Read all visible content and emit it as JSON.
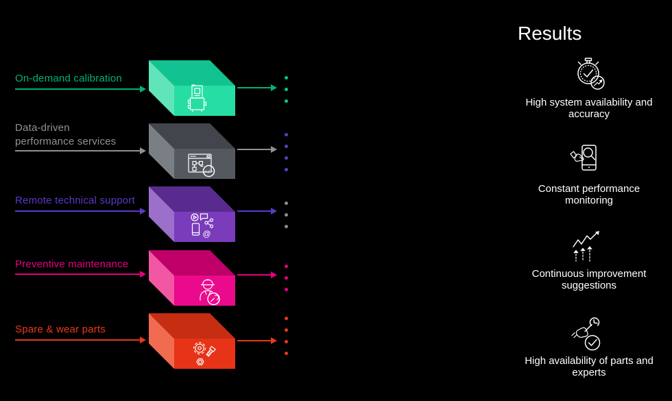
{
  "background": "#000000",
  "icon_color": "#ffffff",
  "services": [
    {
      "label_lines": [
        "On-demand calibration"
      ],
      "color": "#00b377",
      "box_colors": {
        "top": "#12c391",
        "left": "#62e4ba",
        "front": "#26dea4"
      },
      "icon": "calibration-instrument-icon",
      "dot_count": 3,
      "dot_color": "#00c98c"
    },
    {
      "label_lines": [
        "Data-driven",
        "performance services"
      ],
      "color": "#8f9296",
      "box_colors": {
        "top": "#42464c",
        "left": "#7a7f86",
        "front": "#54585f"
      },
      "icon": "dashboard-code-icon",
      "dot_count": 4,
      "dot_color": "#5d3fbe"
    },
    {
      "label_lines": [
        "Remote technical support"
      ],
      "color": "#5b39c8",
      "box_colors": {
        "top": "#592b8e",
        "left": "#9c6fcb",
        "front": "#7a3cbb"
      },
      "icon": "media-communication-icon",
      "dot_count": 3,
      "dot_color": "#8a8d92"
    },
    {
      "label_lines": [
        "Preventive maintenance"
      ],
      "color": "#e6007e",
      "box_colors": {
        "top": "#bf0068",
        "left": "#f257a3",
        "front": "#eb0a8c"
      },
      "icon": "maintenance-worker-icon",
      "dot_count": 3,
      "dot_color": "#e6007e"
    },
    {
      "label_lines": [
        "Spare & wear parts"
      ],
      "color": "#e8391c",
      "box_colors": {
        "top": "#c62d12",
        "left": "#f16b50",
        "front": "#e73317"
      },
      "icon": "spare-parts-icon",
      "dot_count": 4,
      "dot_color": "#e8391c"
    }
  ],
  "results": {
    "title": "Results",
    "items": [
      {
        "caption_lines": [
          "High system availability and",
          "accuracy"
        ],
        "icon": "stopwatch-growth-icon"
      },
      {
        "caption_lines": [
          "Constant performance",
          "monitoring"
        ],
        "icon": "device-monitoring-icon"
      },
      {
        "caption_lines": [
          "Continuous improvement",
          "suggestions"
        ],
        "icon": "growth-chart-icon"
      },
      {
        "caption_lines": [
          "High availability of parts and",
          "experts"
        ],
        "icon": "wrench-check-icon"
      }
    ]
  }
}
